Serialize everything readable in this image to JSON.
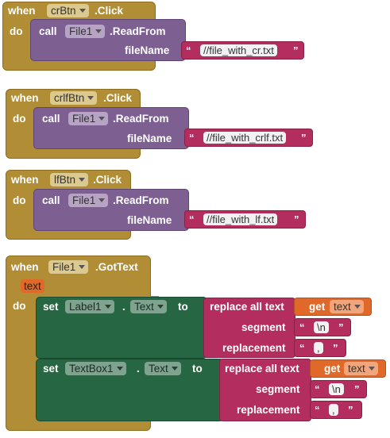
{
  "labels": {
    "when": "when",
    "do": "do",
    "click": ".Click",
    "call": "call",
    "read_from": ".ReadFrom",
    "file_name": "fileName",
    "got_text": ".GotText",
    "param_text": "text",
    "set": "set",
    "dot": ".",
    "to": "to",
    "replace_all_text": "replace all text",
    "segment": "segment",
    "replacement": "replacement",
    "get": "get",
    "open_quote": "“",
    "close_quote": "”"
  },
  "cr_block": {
    "button": "crBtn",
    "component": "File1",
    "file_path": "//file_with_cr.txt"
  },
  "crlf_block": {
    "button": "crlfBtn",
    "component": "File1",
    "file_path": "//file_with_crlf.txt"
  },
  "lf_block": {
    "button": "lfBtn",
    "component": "File1",
    "file_path": "//file_with_lf.txt"
  },
  "gottext_block": {
    "component": "File1",
    "label_set": {
      "component": "Label1",
      "property": "Text",
      "get_var": "text",
      "segment": "\\n",
      "replacement": ","
    },
    "textbox_set": {
      "component": "TextBox1",
      "property": "Text",
      "get_var": "text",
      "segment": "\\n",
      "replacement": ","
    }
  },
  "colors": {
    "event": "#b18e35",
    "procedure": "#7d5f92",
    "text": "#b32d5e",
    "setter": "#266643",
    "variable": "#e0692a"
  }
}
